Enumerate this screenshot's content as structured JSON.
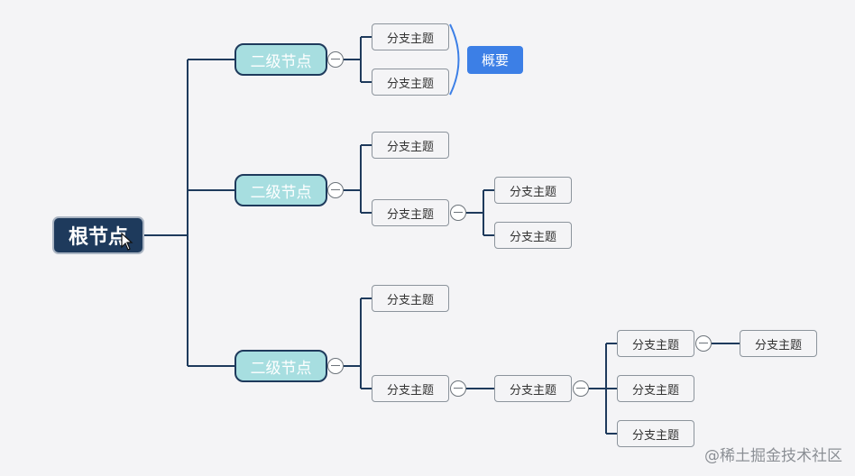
{
  "root": {
    "label": "根节点"
  },
  "branches": [
    {
      "label": "二级节点",
      "children": [
        {
          "label": "分支主题"
        },
        {
          "label": "分支主题"
        }
      ],
      "summary": "概要"
    },
    {
      "label": "二级节点",
      "children": [
        {
          "label": "分支主题"
        },
        {
          "label": "分支主题",
          "children": [
            {
              "label": "分支主题"
            },
            {
              "label": "分支主题"
            }
          ]
        }
      ]
    },
    {
      "label": "二级节点",
      "children": [
        {
          "label": "分支主题"
        },
        {
          "label": "分支主题",
          "children": [
            {
              "label": "分支主题",
              "children": [
                {
                  "label": "分支主题",
                  "children": [
                    {
                      "label": "分支主题"
                    }
                  ]
                },
                {
                  "label": "分支主题"
                },
                {
                  "label": "分支主题"
                }
              ]
            }
          ]
        }
      ]
    }
  ],
  "watermark": "@稀土掘金技术社区",
  "colors": {
    "background": "#f4f4f6",
    "root_fill": "#1e3a5c",
    "level2_fill": "#a7dee0",
    "line": "#1e3a5c",
    "summary_fill": "#3c7fe6",
    "summary_bracket": "#3c7fe6"
  },
  "icons": {
    "collapse": "collapse-minus-icon",
    "cursor": "mouse-pointer-icon"
  }
}
